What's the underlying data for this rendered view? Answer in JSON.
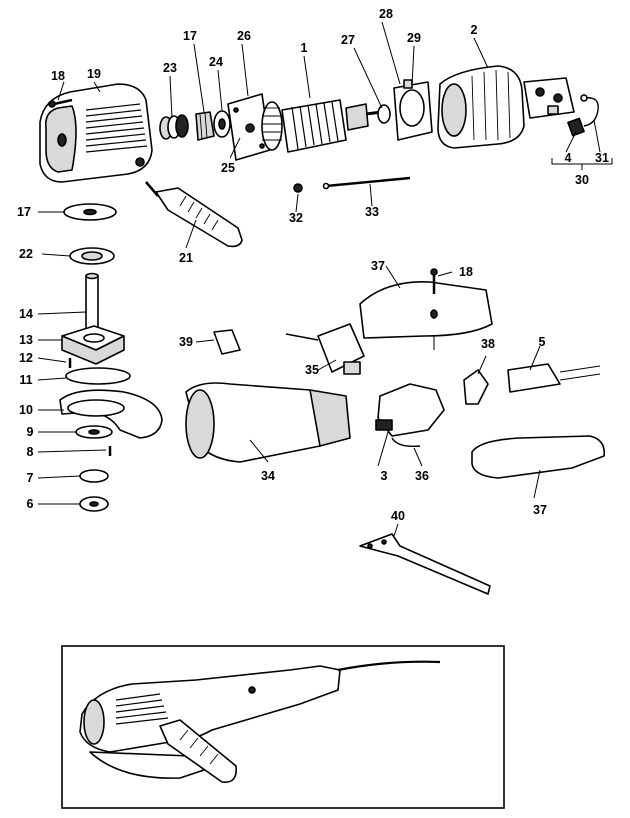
{
  "diagram": {
    "callouts": [
      {
        "id": "c1",
        "text": "1"
      },
      {
        "id": "c2",
        "text": "2"
      },
      {
        "id": "c3",
        "text": "3"
      },
      {
        "id": "c4",
        "text": "4"
      },
      {
        "id": "c5",
        "text": "5"
      },
      {
        "id": "c6",
        "text": "6"
      },
      {
        "id": "c7",
        "text": "7"
      },
      {
        "id": "c8",
        "text": "8"
      },
      {
        "id": "c9",
        "text": "9"
      },
      {
        "id": "c10",
        "text": "10"
      },
      {
        "id": "c11",
        "text": "11"
      },
      {
        "id": "c12",
        "text": "12"
      },
      {
        "id": "c13",
        "text": "13"
      },
      {
        "id": "c14",
        "text": "14"
      },
      {
        "id": "c17a",
        "text": "17"
      },
      {
        "id": "c17b",
        "text": "17"
      },
      {
        "id": "c18a",
        "text": "18"
      },
      {
        "id": "c18b",
        "text": "18"
      },
      {
        "id": "c19",
        "text": "19"
      },
      {
        "id": "c21",
        "text": "21"
      },
      {
        "id": "c22",
        "text": "22"
      },
      {
        "id": "c23",
        "text": "23"
      },
      {
        "id": "c24",
        "text": "24"
      },
      {
        "id": "c25",
        "text": "25"
      },
      {
        "id": "c26",
        "text": "26"
      },
      {
        "id": "c27",
        "text": "27"
      },
      {
        "id": "c28",
        "text": "28"
      },
      {
        "id": "c29",
        "text": "29"
      },
      {
        "id": "c30",
        "text": "30"
      },
      {
        "id": "c31",
        "text": "31"
      },
      {
        "id": "c32",
        "text": "32"
      },
      {
        "id": "c33",
        "text": "33"
      },
      {
        "id": "c34",
        "text": "34"
      },
      {
        "id": "c35",
        "text": "35"
      },
      {
        "id": "c36",
        "text": "36"
      },
      {
        "id": "c37a",
        "text": "37"
      },
      {
        "id": "c37b",
        "text": "37"
      },
      {
        "id": "c38",
        "text": "38"
      },
      {
        "id": "c39",
        "text": "39"
      },
      {
        "id": "c40",
        "text": "40"
      }
    ]
  }
}
